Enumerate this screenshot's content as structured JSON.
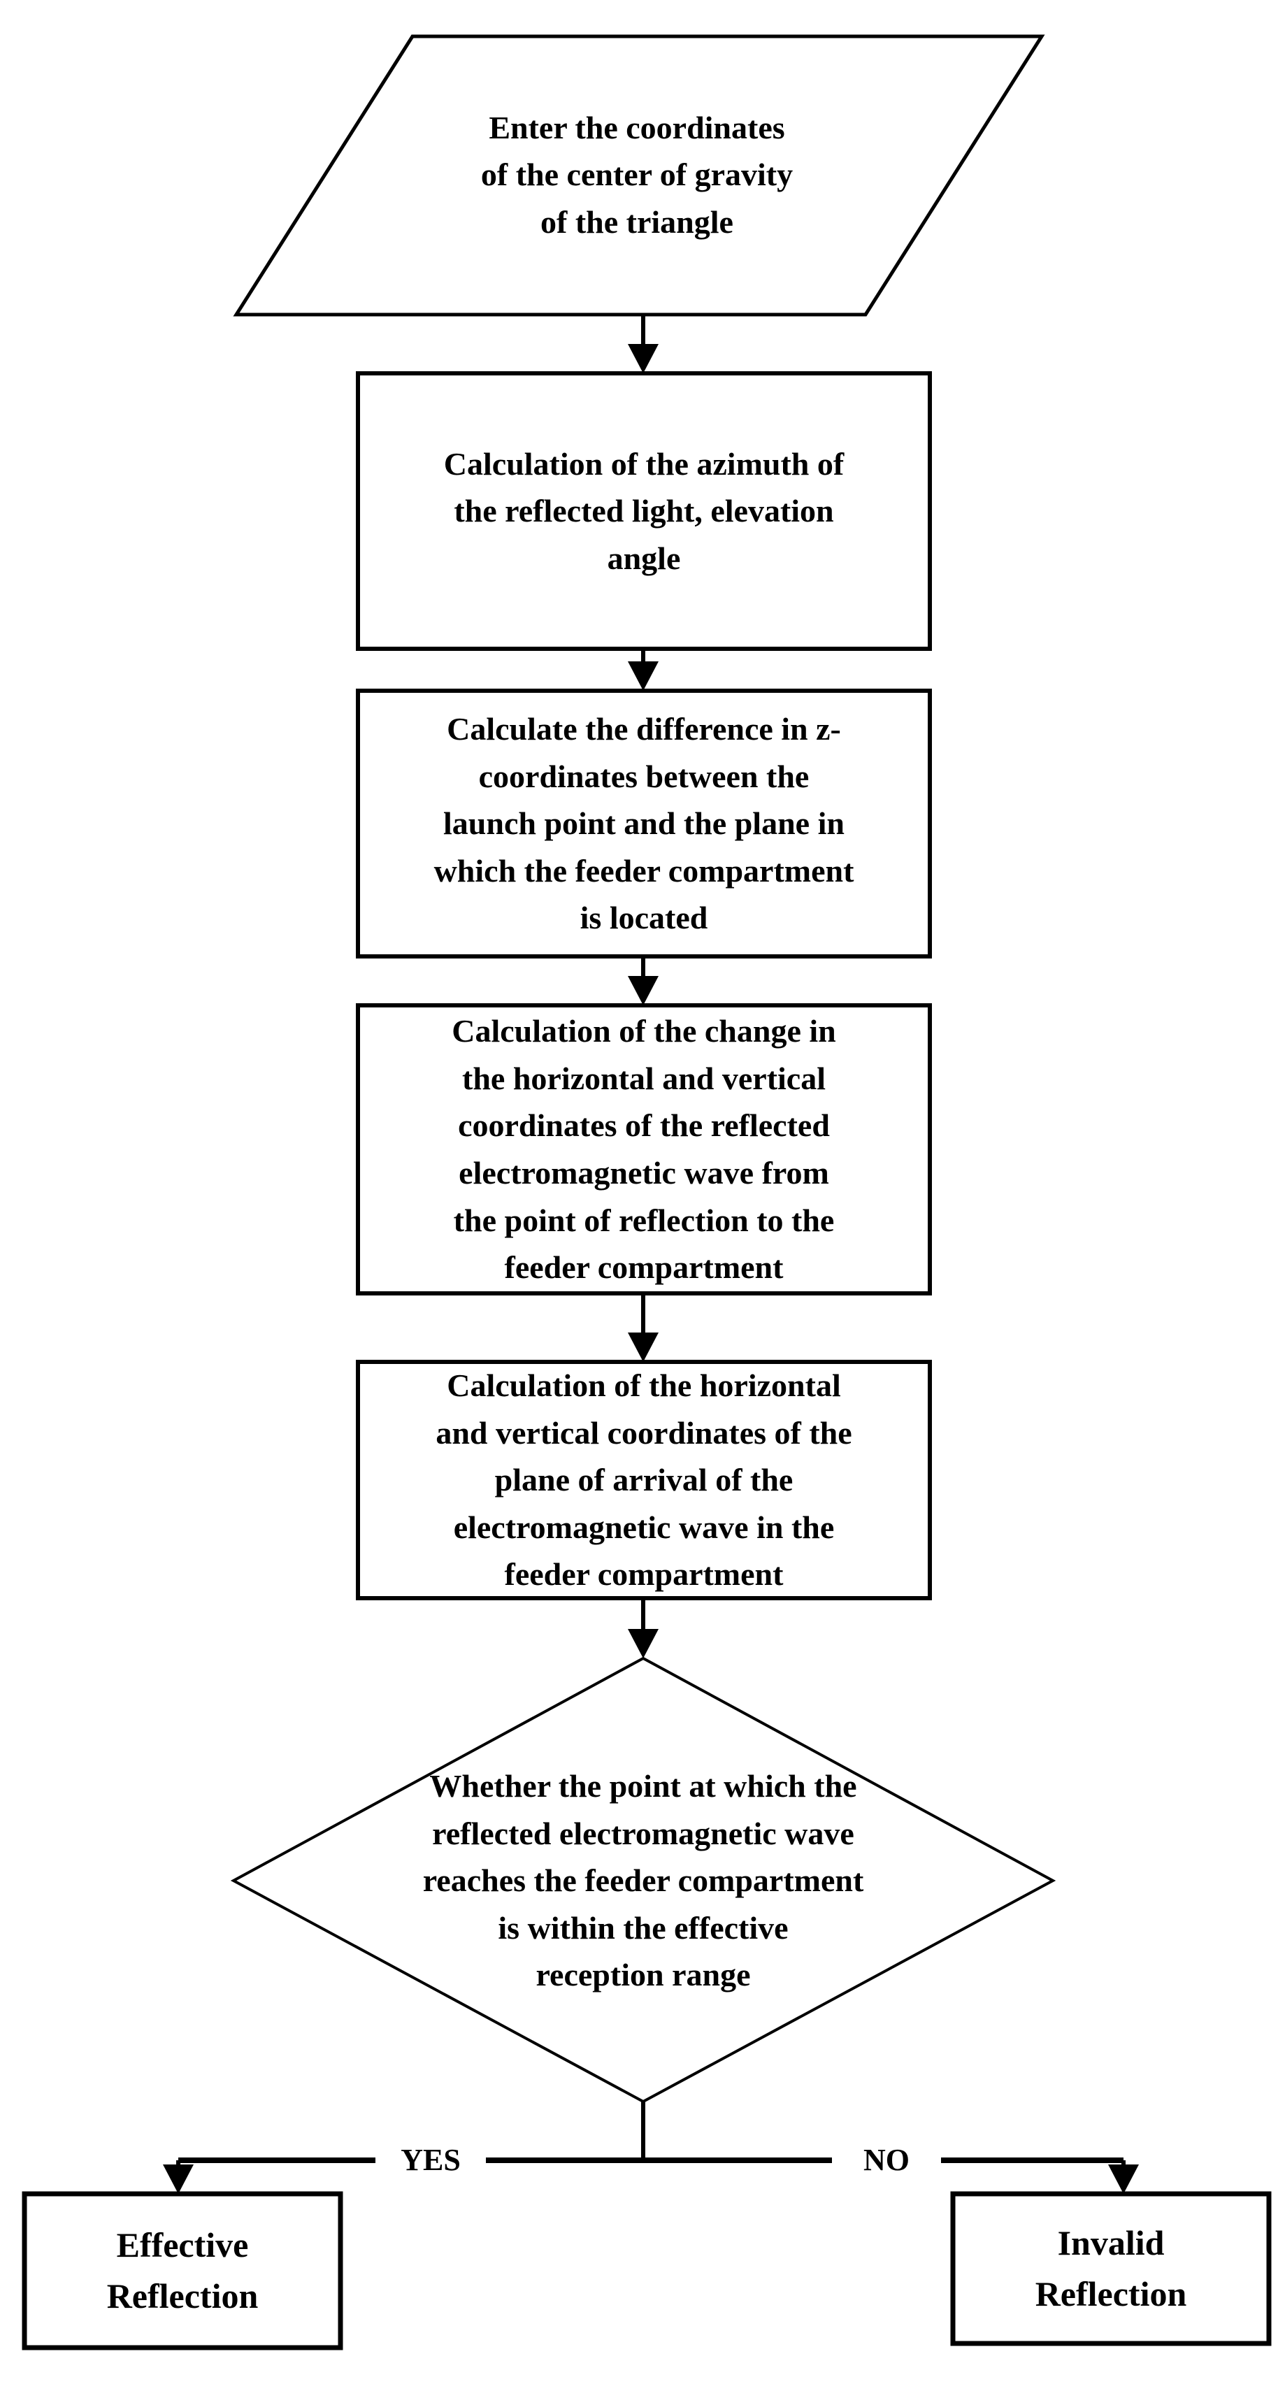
{
  "diagram": {
    "title": "Reflection calculation flowchart",
    "background_color": "#ffffff",
    "line_color": "#000000",
    "nodes": {
      "start": {
        "shape": "parallelogram",
        "text": "Enter the coordinates\nof the center of gravity\nof the triangle"
      },
      "step1": {
        "shape": "process",
        "text": "Calculation of the azimuth of\nthe reflected light, elevation\nangle"
      },
      "step2": {
        "shape": "process",
        "text": "Calculate the difference in z-\ncoordinates between the\nlaunch point and the plane in\nwhich the feeder compartment\nis located"
      },
      "step3": {
        "shape": "process",
        "text": "Calculation of the change in\nthe horizontal and vertical\ncoordinates of the reflected\nelectromagnetic wave from\nthe point of reflection to the\nfeeder compartment"
      },
      "step4": {
        "shape": "process",
        "text": "Calculation of the horizontal\nand vertical coordinates of the\nplane of arrival of the\nelectromagnetic wave in the\nfeeder compartment"
      },
      "decision": {
        "shape": "diamond",
        "text": "Whether the point at which the\nreflected electromagnetic wave\nreaches the feeder compartment\nis within the effective\nreception range"
      },
      "result_yes": {
        "shape": "process",
        "text": "Effective\nReflection"
      },
      "result_no": {
        "shape": "process",
        "text": "Invalid\nReflection"
      }
    },
    "branch_labels": {
      "yes": "YES",
      "no": "NO"
    }
  }
}
